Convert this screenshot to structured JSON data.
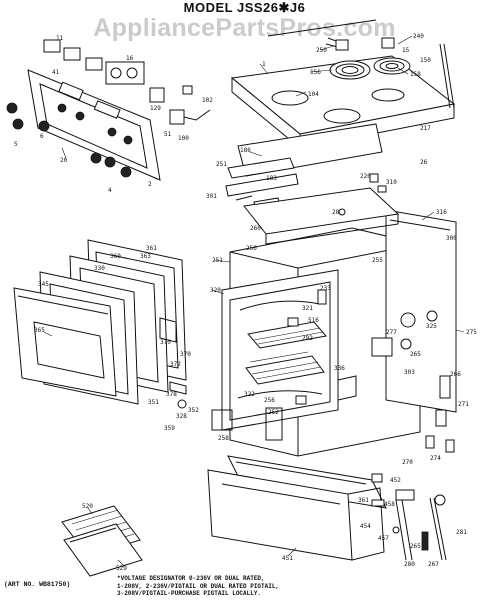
{
  "title": "MODEL JSS26✱J6",
  "watermark": "AppliancePartsPros.com",
  "art_number": "(ART NO. WB81750)",
  "footnote": [
    "*VOLTAGE DESIGNATOR 0-236V OR DUAL RATED,",
    "1-208V, 2-236V/PIGTAIL OR DUAL RATED PIGTAIL,",
    "3-208V/PIGTAIL-PURCHASE PIGTAIL LOCALLY."
  ],
  "callouts": {
    "c240": "240",
    "c15": "15",
    "c250": "250",
    "c104": "104",
    "c156": "156",
    "c158": "158",
    "c150": "150",
    "c1": "1",
    "c2": "2",
    "c4": "4",
    "c5": "5",
    "c6": "6",
    "c11": "11",
    "c16": "16",
    "c20": "20",
    "c41": "41",
    "c51": "51",
    "c100": "100",
    "c102": "102",
    "c129": "129",
    "c186": "186",
    "c183": "183",
    "c251": "251",
    "c301": "301",
    "c28": "28",
    "c316": "316",
    "c300": "300",
    "c260": "260",
    "c26": "26",
    "c217": "217",
    "c220": "220",
    "c310": "310",
    "c255": "255",
    "c275": "275",
    "c250b": "250",
    "c251b": "251",
    "c320": "320",
    "c233": "233",
    "c277": "277",
    "c321": "321",
    "c292": "292",
    "c325": "325",
    "c516": "516",
    "c336": "336",
    "c370": "370",
    "c363": "363",
    "c365": "365",
    "c370b": "370",
    "c372": "372",
    "c378": "378",
    "c351": "351",
    "c352": "352",
    "c359": "359",
    "c360": "360",
    "c361": "361",
    "c345": "345",
    "c330": "330",
    "c520": "520",
    "c529": "529",
    "c451": "451",
    "c452": "452",
    "c454": "454",
    "c458": "458",
    "c457": "457",
    "c361b": "361",
    "c270": "270",
    "c274": "274",
    "c271": "271",
    "c266": "266",
    "c265": "265",
    "c267": "267",
    "c280": "280",
    "c281": "281",
    "c256": "256",
    "c252": "252",
    "c258": "258",
    "c322": "322",
    "c328": "328",
    "c303": "303",
    "c265b": "265"
  }
}
